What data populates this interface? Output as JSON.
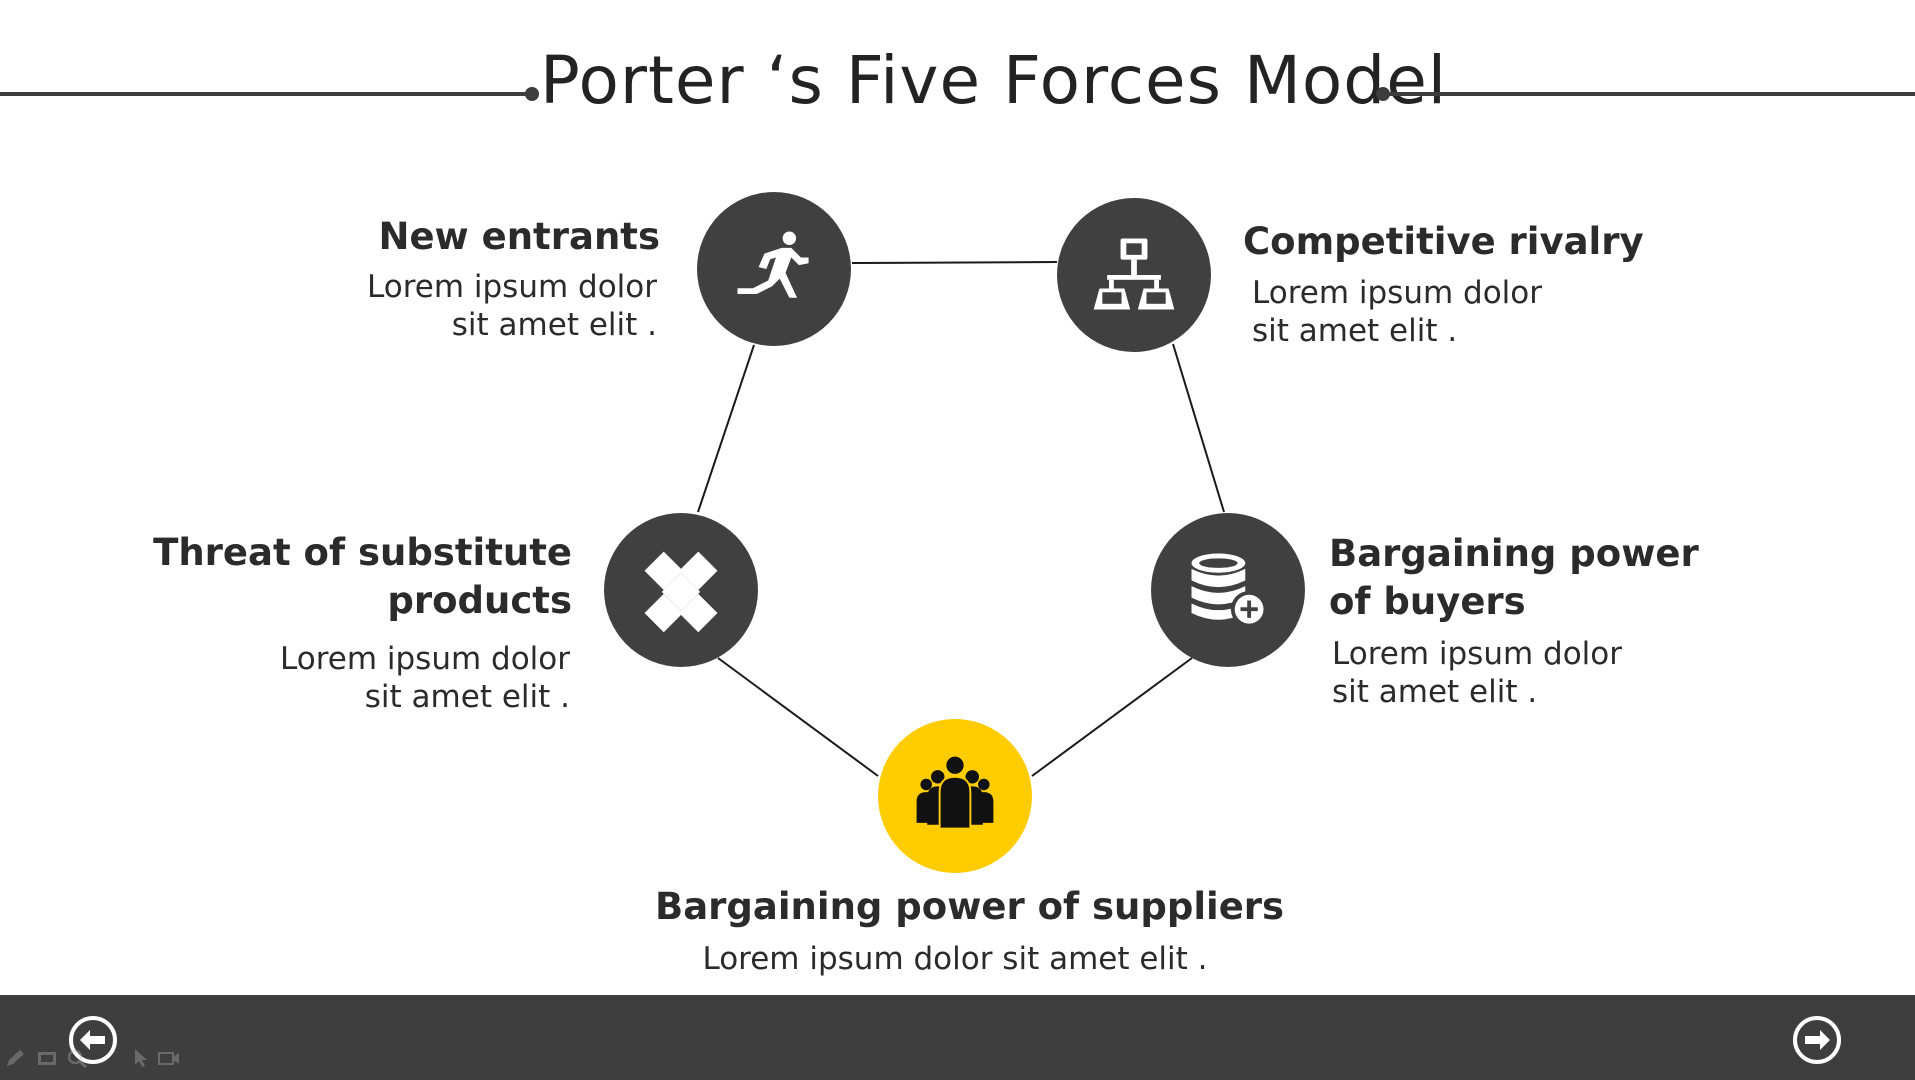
{
  "title": "Porter ‘s Five Forces Model",
  "colors": {
    "node": "#404040",
    "accent": "#ffcc00",
    "bar": "#3e3e3e",
    "text": "#2b2b2b"
  },
  "forces": {
    "new_entrants": {
      "heading": "New entrants",
      "body": "Lorem ipsum dolor sit amet elit .",
      "icon": "runner-icon"
    },
    "competitive_rivalry": {
      "heading": "Competitive rivalry",
      "body": "Lorem ipsum dolor sit amet elit .",
      "icon": "network-icon"
    },
    "substitutes": {
      "heading_line1": "Threat of substitute",
      "heading_line2": "products",
      "body": "Lorem ipsum dolor sit amet elit .",
      "icon": "diamond-pattern-icon"
    },
    "buyers": {
      "heading_line1": "Bargaining power",
      "heading_line2": "of buyers",
      "body": "Lorem ipsum dolor sit amet elit .",
      "icon": "database-add-icon"
    },
    "suppliers": {
      "heading": "Bargaining power of suppliers",
      "body": "Lorem ipsum dolor sit amet elit .",
      "icon": "group-icon"
    }
  },
  "navigation": {
    "previous": "arrow-left-circle-icon",
    "next": "arrow-right-circle-icon"
  },
  "toolbar": [
    "pen-icon",
    "slides-icon",
    "zoom-icon",
    "pointer-icon",
    "camera-icon"
  ]
}
